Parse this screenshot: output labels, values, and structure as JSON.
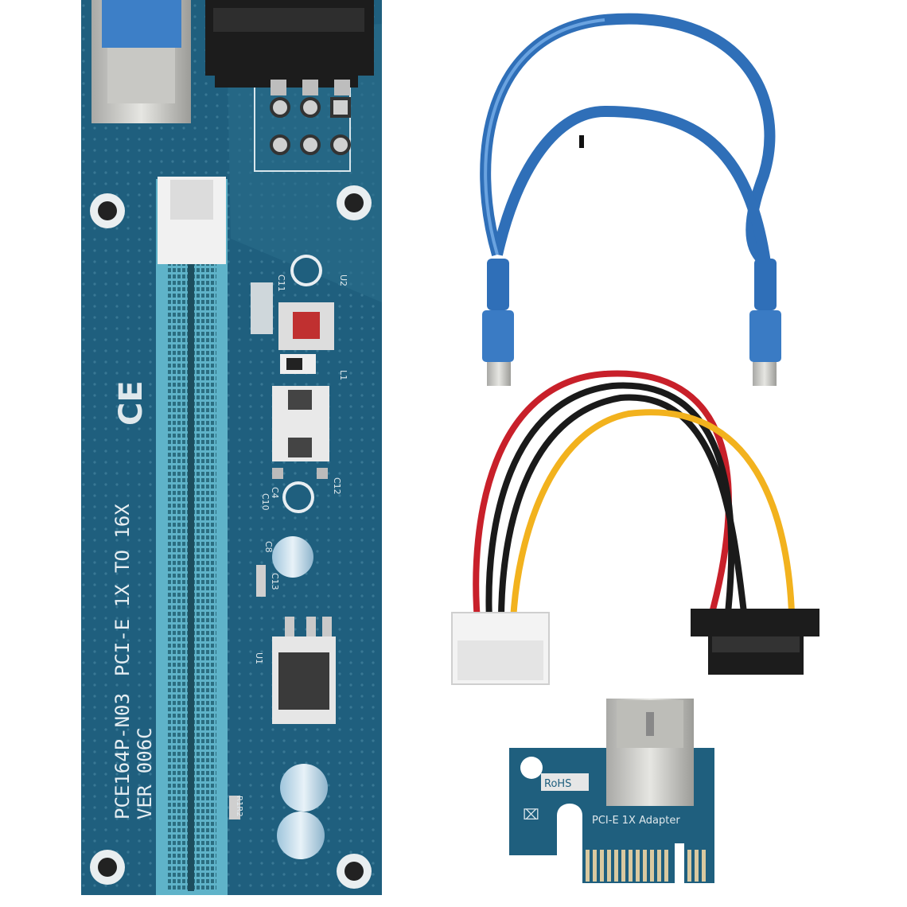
{
  "riser_board": {
    "model_label": "PCE164P-N03",
    "type_label": "PCI-E 1X TO 16X",
    "version_label": "VER 006C",
    "ce_mark": "CE",
    "component_labels": [
      "C11",
      "U2",
      "L1",
      "C4",
      "C10",
      "C12",
      "C8",
      "C13",
      "U1",
      "R1R2"
    ]
  },
  "adapter_board": {
    "label": "PCI-E 1X Adapter",
    "rohs_label": "RoHS"
  },
  "colors": {
    "pcb_blue": "#1f5f7e",
    "slot_blue": "#5fb3c9",
    "usb_cable_blue": "#2f6fb8",
    "wire_red": "#c8202a",
    "wire_black": "#1a1a1a",
    "wire_yellow": "#f2b21e"
  }
}
